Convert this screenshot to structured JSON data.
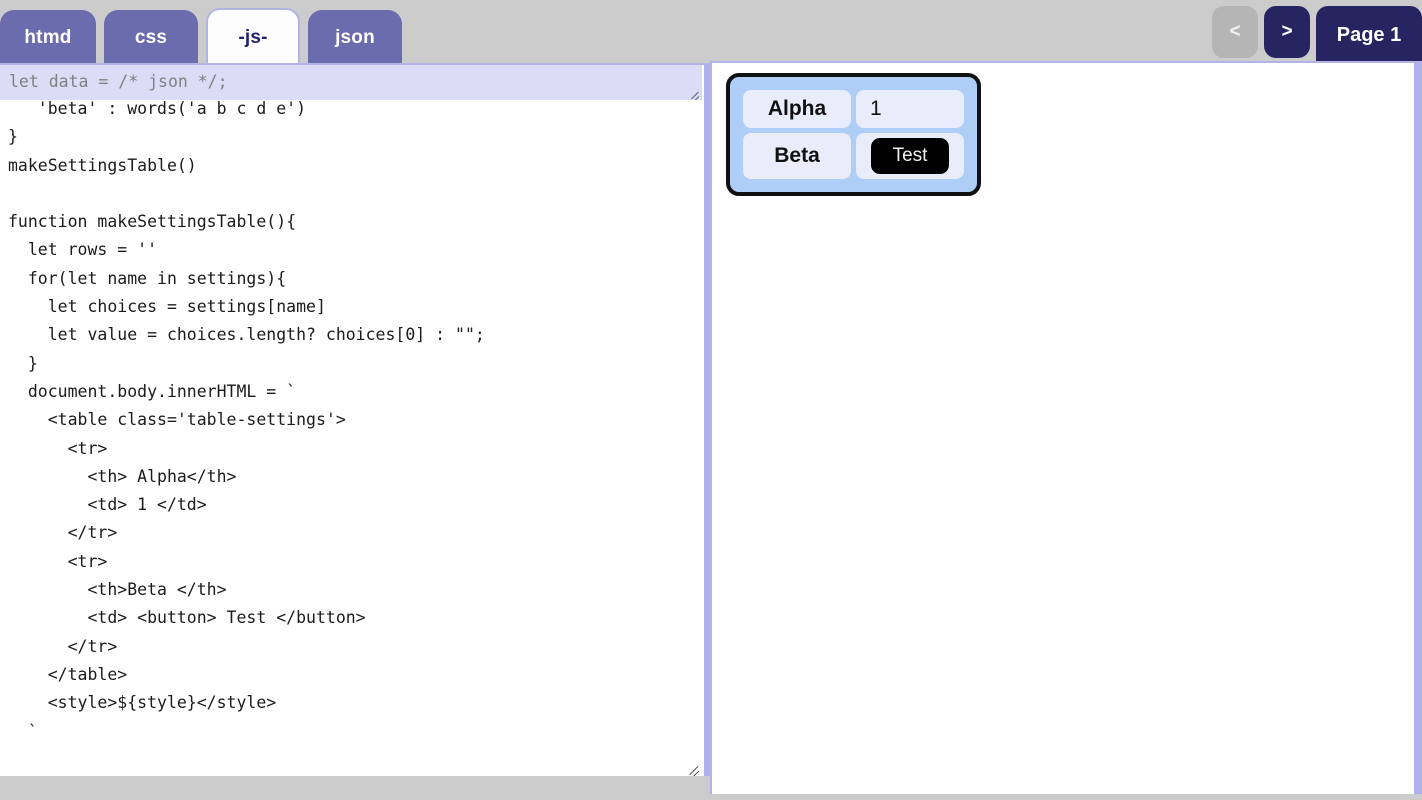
{
  "tabs": [
    {
      "label": "htmd",
      "active": false
    },
    {
      "label": "css",
      "active": false
    },
    {
      "label": "-js-",
      "active": true
    },
    {
      "label": "json",
      "active": false
    }
  ],
  "nav": {
    "prev_label": "<",
    "next_label": ">",
    "page_label": "Page 1"
  },
  "editor": {
    "overlay_value": "let data = /* json */;",
    "code": "   'beta' : words('a b c d e')\n}\nmakeSettingsTable()\n\nfunction makeSettingsTable(){\n  let rows = ''\n  for(let name in settings){\n    let choices = settings[name]\n    let value = choices.length? choices[0] : \"\";\n  }\n  document.body.innerHTML = `\n    <table class='table-settings'>\n      <tr>\n        <th> Alpha</th>\n        <td> 1 </td>\n      </tr>\n      <tr>\n        <th>Beta </th>\n        <td> <button> Test </button>\n      </tr>\n    </table>\n    <style>${style}</style>\n  `\n\n}"
  },
  "preview": {
    "table": {
      "rows": [
        {
          "header": "Alpha",
          "value": "1",
          "type": "text"
        },
        {
          "header": "Beta",
          "value": "Test",
          "type": "button"
        }
      ]
    }
  },
  "colors": {
    "page_bg": "#cccccc",
    "tab_inactive": "#6b6cad",
    "tab_active_bg": "#fdfdfd",
    "tab_active_text": "#1f1f72",
    "nav_dark": "#262461",
    "nav_disabled": "#b5b5b5",
    "pane_border": "#b0b0ec",
    "overlay_bg": "#dcdcf7",
    "table_bg": "#aecdf7",
    "cell_bg": "#e9ecfb",
    "button_bg": "#000000"
  }
}
